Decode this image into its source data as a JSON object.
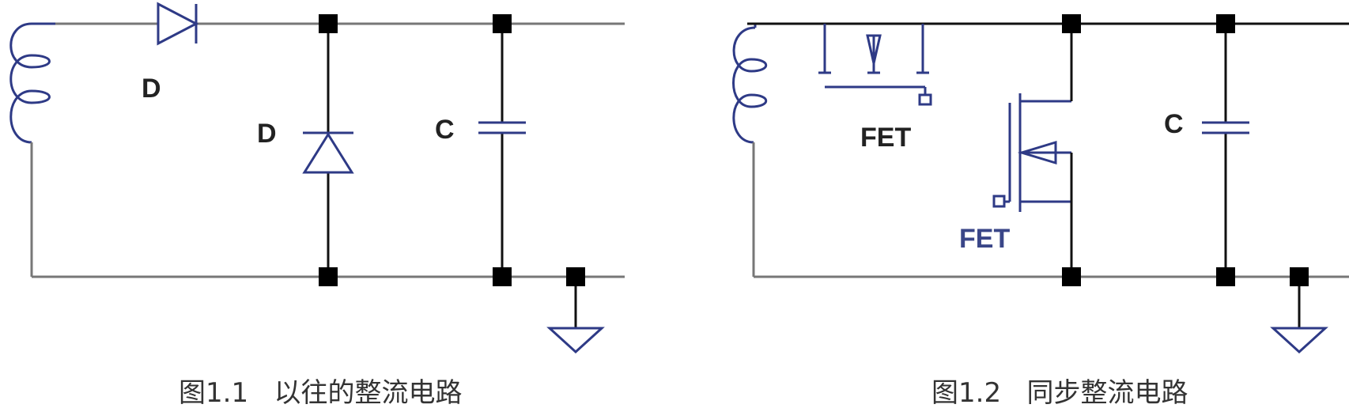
{
  "figures": [
    {
      "caption": "图1.1   以往的整流电路",
      "labels": {
        "diode_series": "D",
        "diode_shunt": "D",
        "capacitor": "C"
      }
    },
    {
      "caption": "图1.2   同步整流电路",
      "labels": {
        "fet_top": "FET",
        "fet_lower": "FET",
        "capacitor": "C"
      }
    }
  ],
  "colors": {
    "wire": "#777777",
    "wire_dark": "#111111",
    "symbol": "#2e3a86",
    "node": "#000000",
    "fet_lower_label": "#3a4688"
  }
}
